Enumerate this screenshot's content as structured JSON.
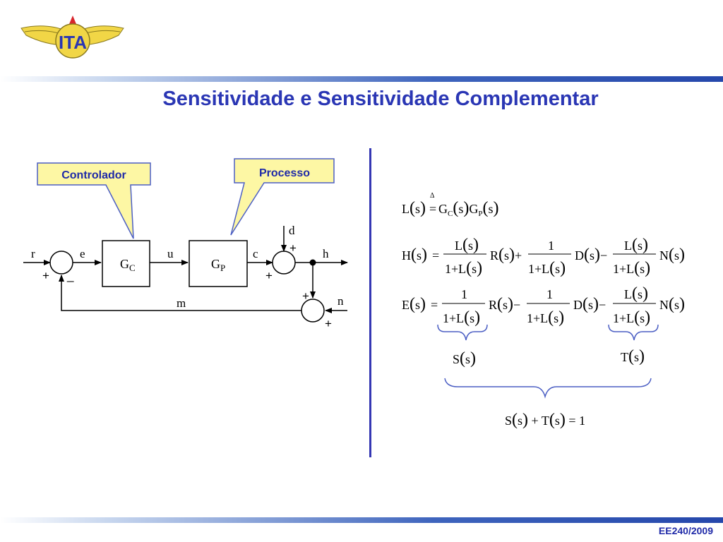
{
  "slide": {
    "title": "Sensitividade e Sensitividade Complementar",
    "footer": "EE240/2009",
    "logo_text": "ITA"
  },
  "diagram": {
    "callout_controller": "Controlador",
    "callout_process": "Processo",
    "block_controller": "G",
    "block_controller_sub": "C",
    "block_process": "G",
    "block_process_sub": "P",
    "signals": {
      "r": "r",
      "e": "e",
      "u": "u",
      "c": "c",
      "h": "h",
      "d": "d",
      "n": "n",
      "m": "m"
    },
    "signs": {
      "sum1_ref": "+",
      "sum1_fb": "_",
      "sum2_top": "+",
      "sum2_left": "+",
      "sum3_top": "+",
      "sum3_bottom": "+"
    }
  },
  "equations": {
    "loop_def": "L(s) ≜ G_C(s)G_P(s)",
    "h_eq": "H(s) = L(s)/(1+L(s)) R(s) + 1/(1+L(s)) D(s) − L(s)/(1+L(s)) N(s)",
    "e_eq": "E(s) = 1/(1+L(s)) R(s) − 1/(1+L(s)) D(s) − L(s)/(1+L(s)) N(s)",
    "s_label": "S(s)",
    "t_label": "T(s)",
    "sum_identity": "S(s) + T(s) = 1"
  }
}
